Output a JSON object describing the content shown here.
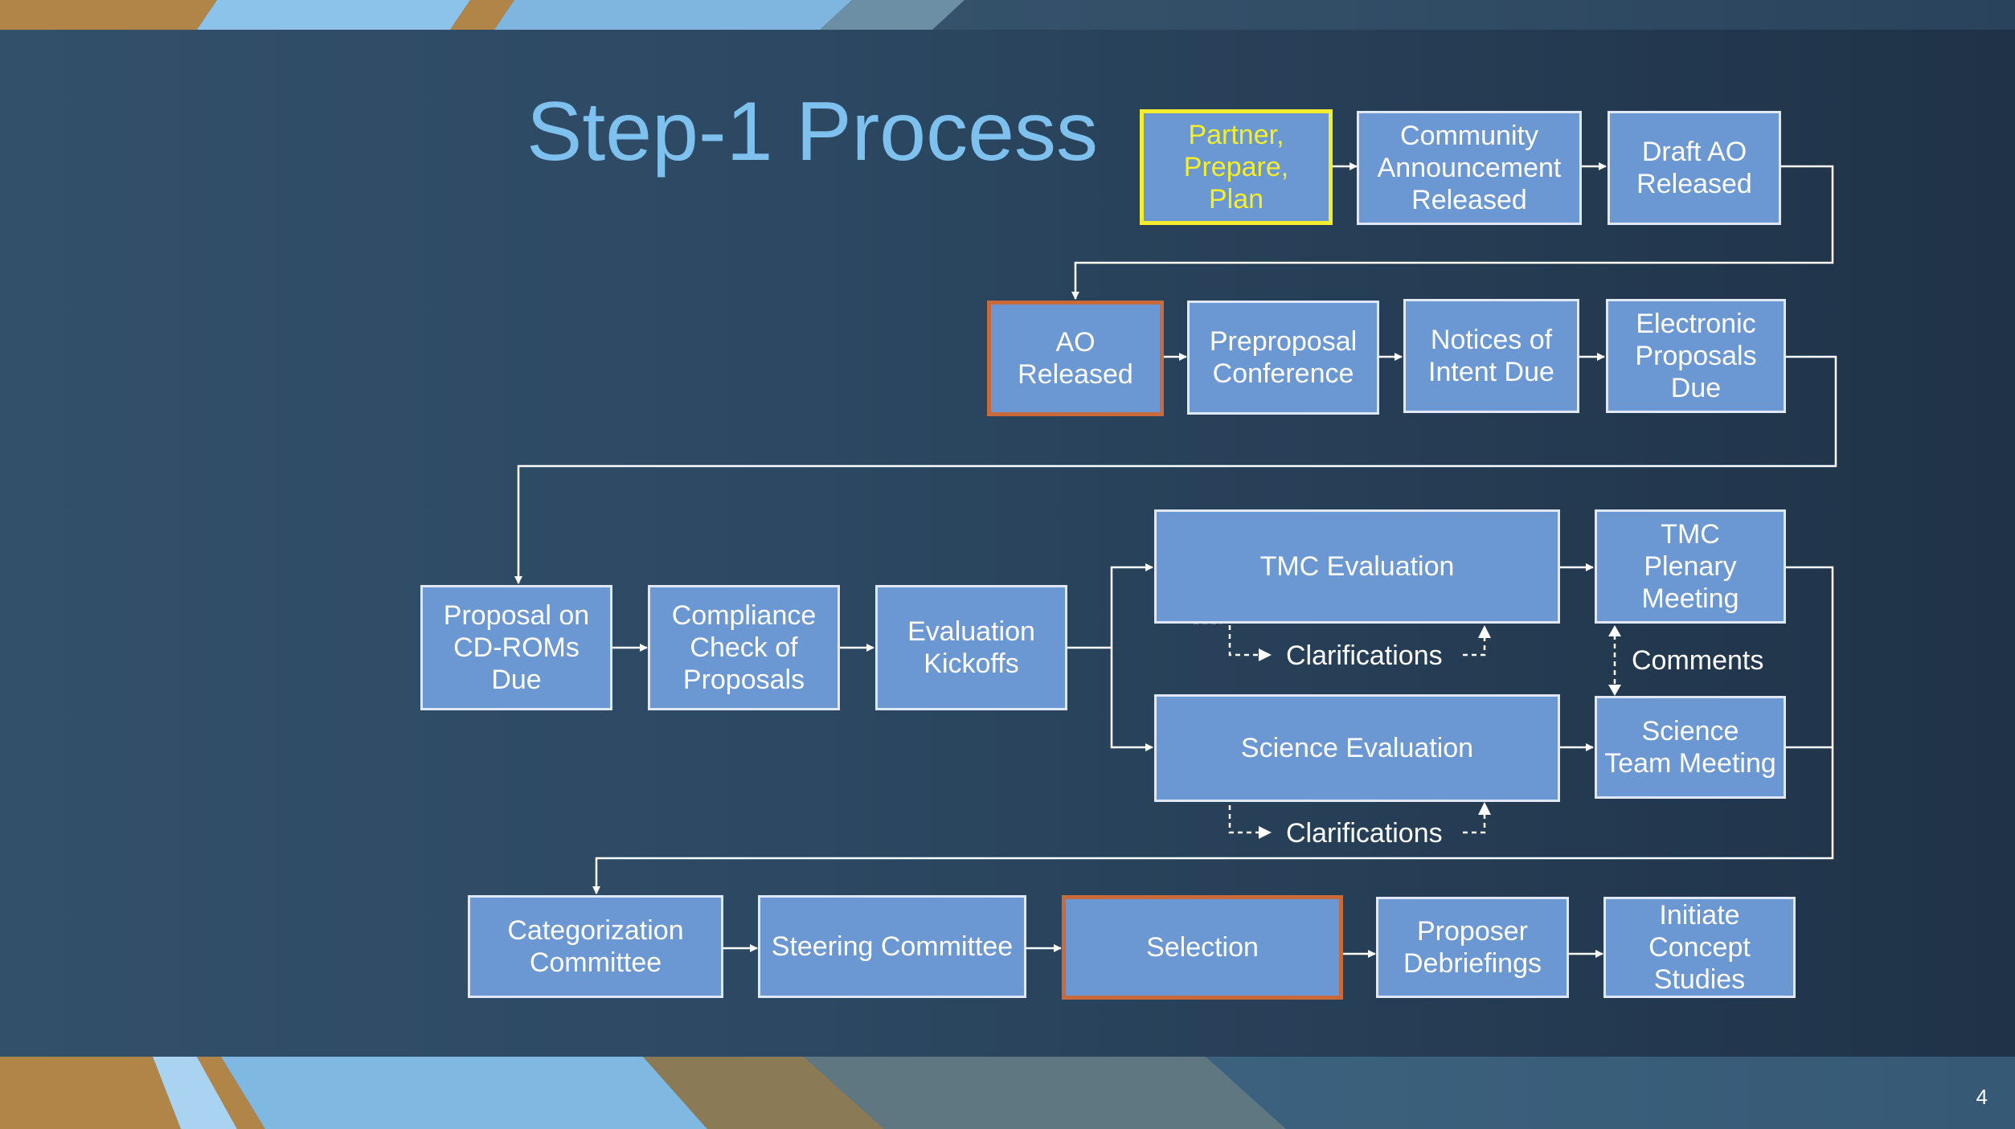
{
  "slide": {
    "title": "Step-1 Process",
    "page_number": "4"
  },
  "nodes": {
    "partner": "Partner,\nPrepare,\nPlan",
    "community": "Community\nAnnouncement\nReleased",
    "draft_ao": "Draft AO\nReleased",
    "ao_released": "AO\nReleased",
    "preproposal": "Preproposal\nConference",
    "notices": "Notices of\nIntent Due",
    "electronic": "Electronic\nProposals\nDue",
    "proposal_cd": "Proposal on\nCD-ROMs\nDue",
    "compliance": "Compliance\nCheck of\nProposals",
    "kickoffs": "Evaluation\nKickoffs",
    "tmc_eval": "TMC Evaluation",
    "tmc_plenary": "TMC\nPlenary\nMeeting",
    "science_eval": "Science Evaluation",
    "science_team": "Science\nTeam Meeting",
    "categorization": "Categorization\nCommittee",
    "steering": "Steering Committee",
    "selection": "Selection",
    "debriefings": "Proposer\nDebriefings",
    "concept": "Initiate\nConcept\nStudies"
  },
  "labels": {
    "clarifications_tmc": "Clarifications",
    "comments": "Comments",
    "clarifications_science": "Clarifications"
  },
  "colors": {
    "box_fill": "#6b97d3",
    "box_border": "#dfe8f4",
    "highlight_yellow": "#f4ee2c",
    "highlight_orange": "#c86a3a",
    "title": "#7ec0ee"
  }
}
